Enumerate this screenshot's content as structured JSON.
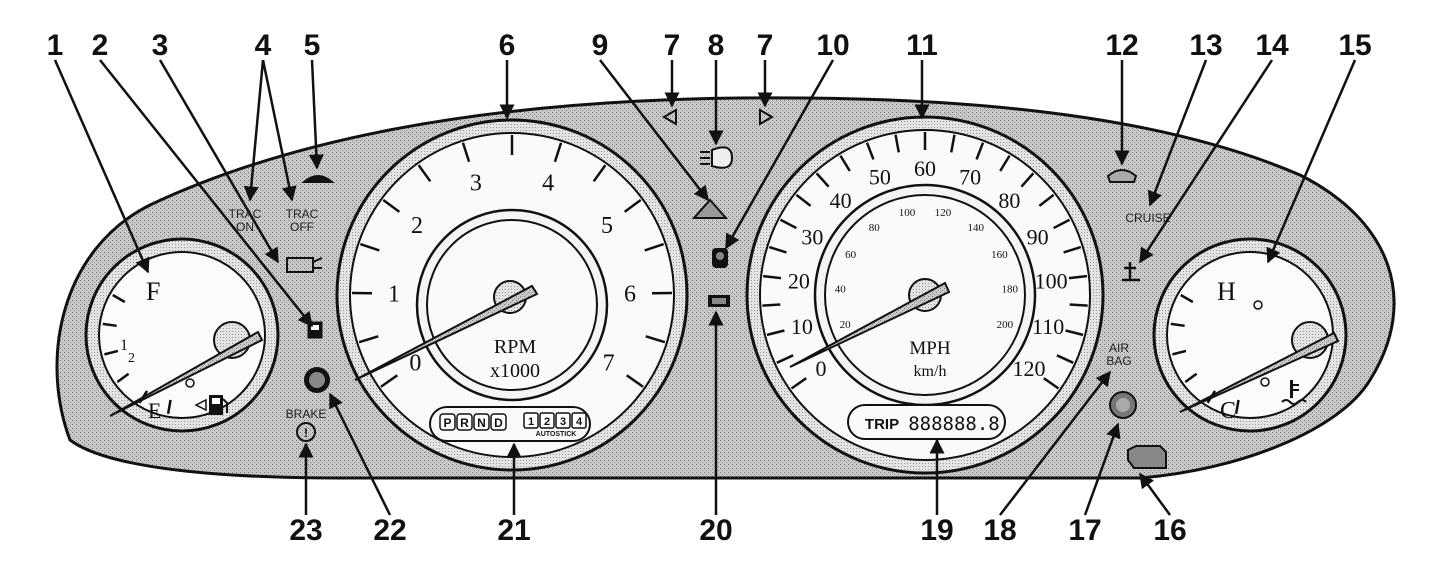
{
  "callouts": [
    "1",
    "2",
    "3",
    "4",
    "5",
    "6",
    "7",
    "8",
    "7",
    "9",
    "10",
    "11",
    "12",
    "13",
    "14",
    "15",
    "16",
    "17",
    "18",
    "19",
    "20",
    "21",
    "22",
    "23"
  ],
  "fuel_gauge": {
    "full": "F",
    "half_num": "1",
    "half_den": "2",
    "empty": "E"
  },
  "temp_gauge": {
    "hot": "H",
    "cold": "C"
  },
  "tachometer": {
    "ticks": [
      "0",
      "1",
      "2",
      "3",
      "4",
      "5",
      "6",
      "7"
    ],
    "unit": "RPM",
    "multiplier": "x1000",
    "needle_value": 0
  },
  "speedometer": {
    "ticks_mph": [
      "0",
      "10",
      "20",
      "30",
      "40",
      "50",
      "60",
      "70",
      "80",
      "90",
      "100",
      "110",
      "120"
    ],
    "ticks_kmh": [
      "20",
      "40",
      "60",
      "80",
      "100",
      "120",
      "140",
      "160",
      "180",
      "200"
    ],
    "unit_mph": "MPH",
    "unit_kmh": "km/h",
    "needle_value": 0
  },
  "odometer": {
    "label": "TRIP",
    "digits": "888888.8"
  },
  "gear_indicator": {
    "gears": [
      "P",
      "R",
      "N",
      "D"
    ],
    "autostick": [
      "1",
      "2",
      "3",
      "4"
    ],
    "autostick_label": "AUTOSTICK"
  },
  "indicators": {
    "trac_on": [
      "TRAC",
      "ON"
    ],
    "trac_off": [
      "TRAC",
      "OFF"
    ],
    "cruise": "CRUISE",
    "airbag": [
      "AIR",
      "BAG"
    ],
    "brake": "BRAKE"
  }
}
